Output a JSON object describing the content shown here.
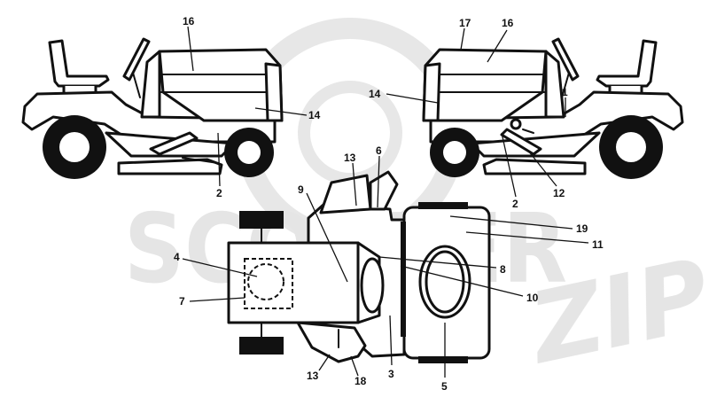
{
  "watermark": {
    "brand_top": "SCOOTER",
    "brand_script": "ZIP"
  },
  "callouts": [
    "16",
    "14",
    "2",
    "17",
    "16",
    "14",
    "1",
    "2",
    "12",
    "13",
    "6",
    "9",
    "19",
    "11",
    "4",
    "8",
    "7",
    "10",
    "13",
    "18",
    "3",
    "5"
  ]
}
